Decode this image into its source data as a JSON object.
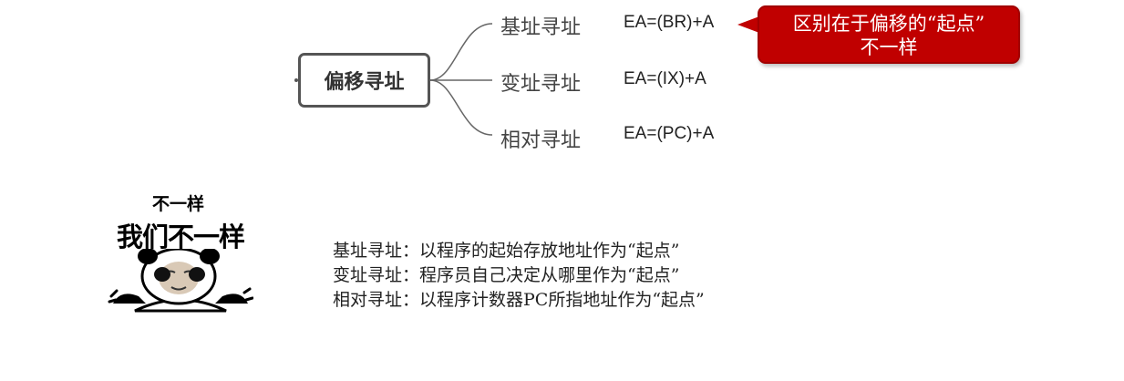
{
  "root": {
    "label": "偏移寻址"
  },
  "branches": [
    {
      "label": "基址寻址",
      "formula": "EA=(BR)+A"
    },
    {
      "label": "变址寻址",
      "formula": "EA=(IX)+A"
    },
    {
      "label": "相对寻址",
      "formula": "EA=(PC)+A"
    }
  ],
  "callout": {
    "line1": "区别在于偏移的“起点”",
    "line2": "不一样",
    "color": "#c00000"
  },
  "meme": {
    "small_text": "不一样",
    "big_text": "我们不一样",
    "icon": "panda-face-icon"
  },
  "notes": [
    "基址寻址：以程序的起始存放地址作为“起点”",
    "变址寻址：程序员自己决定从哪里作为“起点”",
    "相对寻址：以程序计数器PC所指地址作为“起点”"
  ]
}
